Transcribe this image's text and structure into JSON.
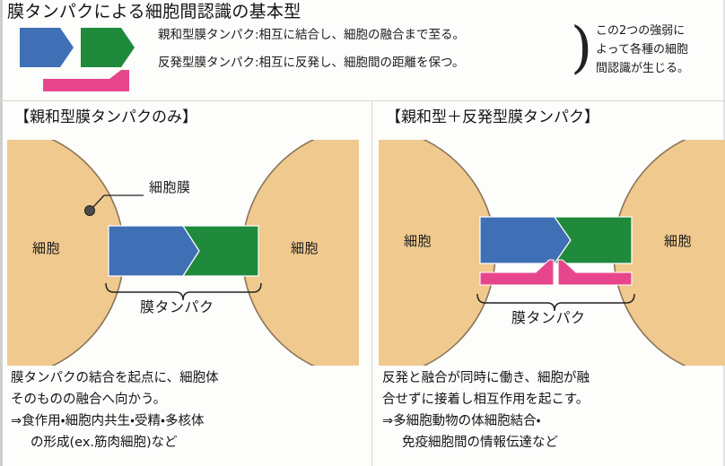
{
  "title": "膜タンパクによる細胞間認識の基本型",
  "legend": {
    "affinity_label": "親和型膜タンパク:相互に結合し、細胞の融合まで至る。",
    "repulsion_label": "反発型膜タンパク:相互に反発し、細胞間の距離を保つ。",
    "note_lines": [
      "この2つの強弱に",
      "よって各種の細胞",
      "間認識が生じる。"
    ],
    "brace": ")",
    "shapes": [
      {
        "name": "affinity-protein-blue",
        "color": "#3f6fb5"
      },
      {
        "name": "affinity-protein-green",
        "color": "#1f8a3c"
      },
      {
        "name": "repulsion-protein-pink",
        "color": "#e8468c"
      }
    ]
  },
  "panels": [
    {
      "heading": "【親和型膜タンパクのみ】",
      "cell_left_label": "細胞",
      "cell_right_label": "細胞",
      "membrane_callout": "細胞膜",
      "brace_label": "膜タンパク",
      "has_repulsion": false,
      "caption_lines": [
        {
          "text": "膜タンパクの結合を起点に、細胞体",
          "indent": false
        },
        {
          "text": "そのものの融合へ向かう。",
          "indent": false
        },
        {
          "text": "⇒食作用・細胞内共生・受精・多核体",
          "indent": false
        },
        {
          "text": "の形成(ex.筋肉細胞)など",
          "indent": true
        }
      ]
    },
    {
      "heading": "【親和型＋反発型膜タンパク】",
      "cell_left_label": "細胞",
      "cell_right_label": "細胞",
      "membrane_callout": "",
      "brace_label": "膜タンパク",
      "has_repulsion": true,
      "caption_lines": [
        {
          "text": "反発と融合が同時に働き、細胞が融",
          "indent": false
        },
        {
          "text": "合せずに接着し相互作用を起こす。",
          "indent": false
        },
        {
          "text": "⇒多細胞動物の体細胞結合・",
          "indent": false
        },
        {
          "text": "免疫細胞間の情報伝達など",
          "indent": true
        }
      ]
    }
  ],
  "colors": {
    "cell_fill": "#f0c98f",
    "cell_stroke": "#8a7558",
    "blue": "#3f6fb5",
    "green": "#1f8a3c",
    "pink": "#e8468c",
    "background": "#fdfdfb",
    "text": "#141414"
  }
}
